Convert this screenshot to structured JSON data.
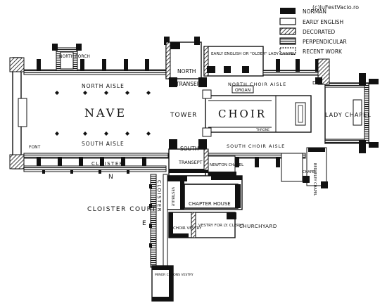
{
  "watermark": "(c)luFestVacio.ro",
  "legend": [
    {
      "key": "norman",
      "label": "NORMAN",
      "fill": "#111111",
      "pattern": "solid"
    },
    {
      "key": "early_english",
      "label": "EARLY ENGLISH",
      "fill": "#ffffff",
      "pattern": "open"
    },
    {
      "key": "decorated",
      "label": "DECORATED",
      "fill": "#888888",
      "pattern": "hatch"
    },
    {
      "key": "perpendicular",
      "label": "PERPENDICULAR",
      "fill": "#555555",
      "pattern": "stripe"
    },
    {
      "key": "recent_work",
      "label": "RECENT WORK",
      "fill": "#ffffff",
      "pattern": "dotted"
    }
  ],
  "labels": {
    "north_porch": "NORTH PORCH",
    "north_aisle": "NORTH AISLE",
    "nave": "NAVE",
    "south_aisle": "SOUTH AISLE",
    "font": "FONT",
    "cloister_n": "CLOISTER",
    "n_marker": "N",
    "north_transept_a": "NORTH",
    "north_transept_b": "TRANSEPT",
    "early_english_chapel": "EARLY ENGLISH OR \"OLDER\" LADY CHAPEL",
    "north_choir_aisle": "NORTH CHOIR AISLE",
    "organ": "ORGAN",
    "d_marker": "D",
    "tower": "TOWER",
    "choir": "CHOIR",
    "throne": "THRONE",
    "lady_chapel": "LADY CHAPEL",
    "south_transept_a": "SOUTH",
    "south_transept_b": "TRANSEPT",
    "south_choir_aisle": "SOUTH CHOIR AISLE",
    "newton_chapel": "NEWTON CHAPEL",
    "corner_chapel": "CHAPEL",
    "berkeley_chapel": "BERKELEY CHAPEL",
    "cloister_e": "CLOISTER",
    "vestibule": "VESTIBULE",
    "chapter_house": "CHAPTER HOUSE",
    "cloister_court": "CLOISTER COURT",
    "e_marker": "E",
    "choir_vestry": "CHOIR VESTRY",
    "vestry_clerks": "VESTRY FOR LY. CLERKS",
    "churchyard": "CHURCHYARD",
    "minor_canons_vestry": "MINOR CANONS VESTRY"
  }
}
